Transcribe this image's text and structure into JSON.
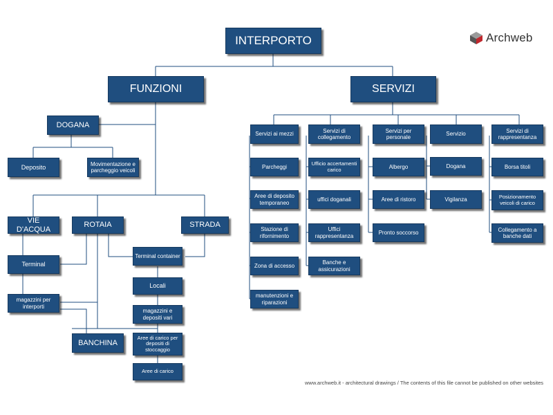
{
  "diagram": {
    "root": "INTERPORTO",
    "funzioni": {
      "title": "FUNZIONI",
      "dogana": {
        "title": "DOGANA",
        "children": [
          "Deposito",
          "Movimentazione e parcheggio veicoli"
        ]
      },
      "vie_acqua": {
        "title": "VIE D'ACQUA",
        "children": [
          "Terminal",
          "magazzini per interporti"
        ]
      },
      "rotaia": {
        "title": "ROTAIA"
      },
      "strada": {
        "title": "STRADA"
      },
      "banchina": "BANCHINA",
      "terminal_chain": [
        "Terminal container",
        "Locali",
        "magazzini e depositi vari",
        "Aree di carico per depositi di stoccaggio",
        "Aree di carico"
      ]
    },
    "servizi": {
      "title": "SERVIZI",
      "columns": [
        {
          "title": "Servizi ai mezzi",
          "items": [
            "Parcheggi",
            "Aree di deposito temporaneo",
            "Stazione di rifornimento",
            "Zona di accesso",
            "manutenzioni e riparazioni"
          ]
        },
        {
          "title": "Servizi di collegamento",
          "items": [
            "Ufficio accertamenti carico",
            "uffici doganali",
            "Uffici rappresentanza",
            "Banche e assicurazioni"
          ]
        },
        {
          "title": "Servizi per personale",
          "items": [
            "Albergo",
            "Aree di ristoro",
            "Pronto soccorso"
          ]
        },
        {
          "title": "Servizio",
          "items": [
            "Dogana",
            "Vigilanza"
          ]
        },
        {
          "title": "Servizi di rappresentanza",
          "items": [
            "Borsa titoli",
            "Posizionamento veicoli di carico",
            "Collegamento a banche dati"
          ]
        }
      ]
    }
  },
  "logo": {
    "text": "Archweb",
    "icon": "cube-icon"
  },
  "footer": "www.archweb.it - architectural drawings  /  The contents of this file cannot be published on other websites",
  "colors": {
    "box": "#1f4e7f",
    "line": "#1f4e7f",
    "text": "#ffffff"
  }
}
